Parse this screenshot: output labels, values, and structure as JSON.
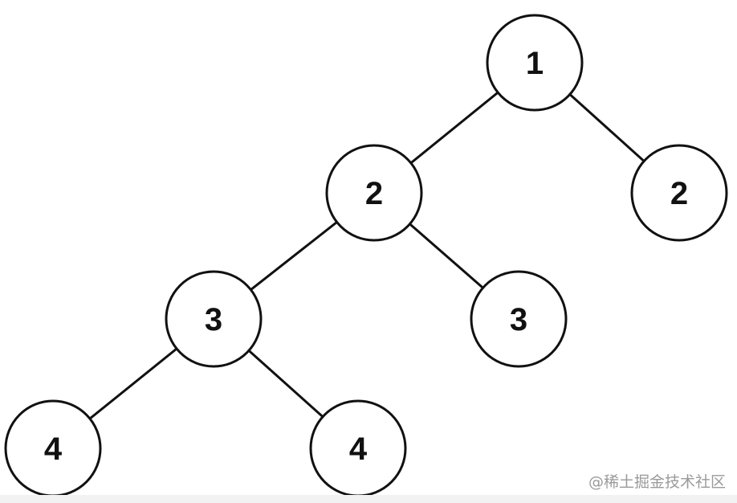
{
  "tree": {
    "nodes": [
      {
        "id": "n1",
        "label": "1"
      },
      {
        "id": "n2a",
        "label": "2"
      },
      {
        "id": "n2b",
        "label": "2"
      },
      {
        "id": "n3a",
        "label": "3"
      },
      {
        "id": "n3b",
        "label": "3"
      },
      {
        "id": "n4a",
        "label": "4"
      },
      {
        "id": "n4b",
        "label": "4"
      }
    ],
    "edges": [
      {
        "from": "n1",
        "to": "n2a"
      },
      {
        "from": "n1",
        "to": "n2b"
      },
      {
        "from": "n2a",
        "to": "n3a"
      },
      {
        "from": "n2a",
        "to": "n3b"
      },
      {
        "from": "n3a",
        "to": "n4a"
      },
      {
        "from": "n3a",
        "to": "n4b"
      }
    ]
  },
  "watermark": {
    "text": "@稀土掘金技术社区"
  },
  "colors": {
    "stroke": "#111111",
    "fill": "#ffffff",
    "watermark": "#9a9a9a"
  }
}
